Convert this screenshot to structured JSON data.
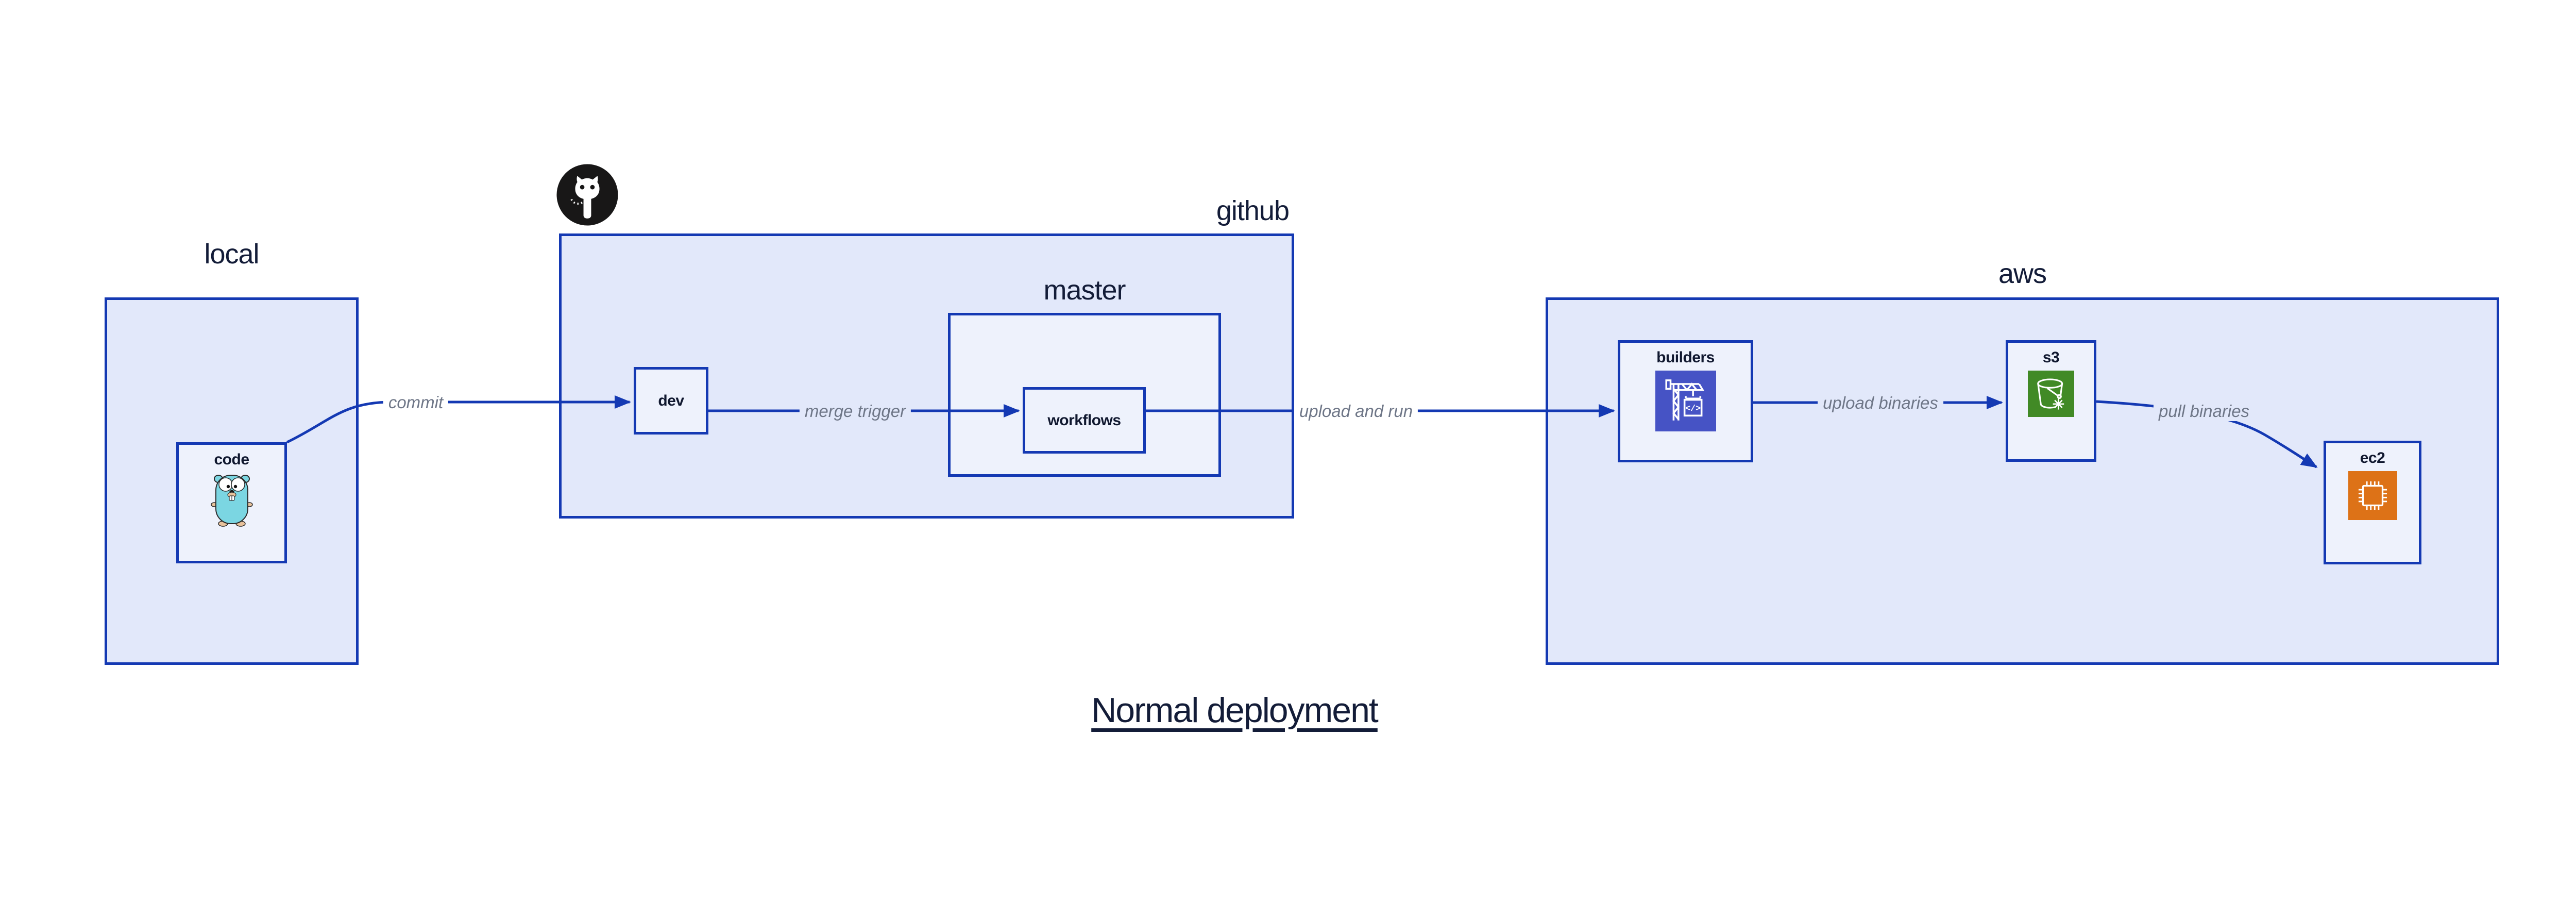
{
  "diagram": {
    "title": "Normal deployment",
    "containers": {
      "local": {
        "label": "local"
      },
      "github": {
        "label": "github",
        "icon": "github-octocat-icon"
      },
      "master": {
        "label": "master"
      },
      "aws": {
        "label": "aws"
      }
    },
    "nodes": {
      "code": {
        "label": "code",
        "icon": "go-gopher-icon"
      },
      "dev": {
        "label": "dev"
      },
      "workflows": {
        "label": "workflows"
      },
      "builders": {
        "label": "builders",
        "icon": "aws-codebuild-icon"
      },
      "s3": {
        "label": "s3",
        "icon": "aws-s3-icon"
      },
      "ec2": {
        "label": "ec2",
        "icon": "aws-ec2-icon"
      }
    },
    "edges": {
      "commit": {
        "label": "commit"
      },
      "merge_trigger": {
        "label": "merge trigger"
      },
      "upload_and_run": {
        "label": "upload and run"
      },
      "upload_binaries": {
        "label": "upload binaries"
      },
      "pull_binaries": {
        "label": "pull binaries"
      }
    },
    "colors": {
      "border_blue": "#1439b3",
      "container_fill": "#e2e8fa",
      "node_fill": "#eef2fc",
      "edge_label_gray": "#6e7687",
      "text_navy": "#131c38",
      "codebuild_indigo": "#4653c5",
      "s3_green": "#418a26",
      "ec2_orange": "#dd7217",
      "octocat_black": "#181717",
      "gopher_teal": "#7bd6e2"
    }
  }
}
